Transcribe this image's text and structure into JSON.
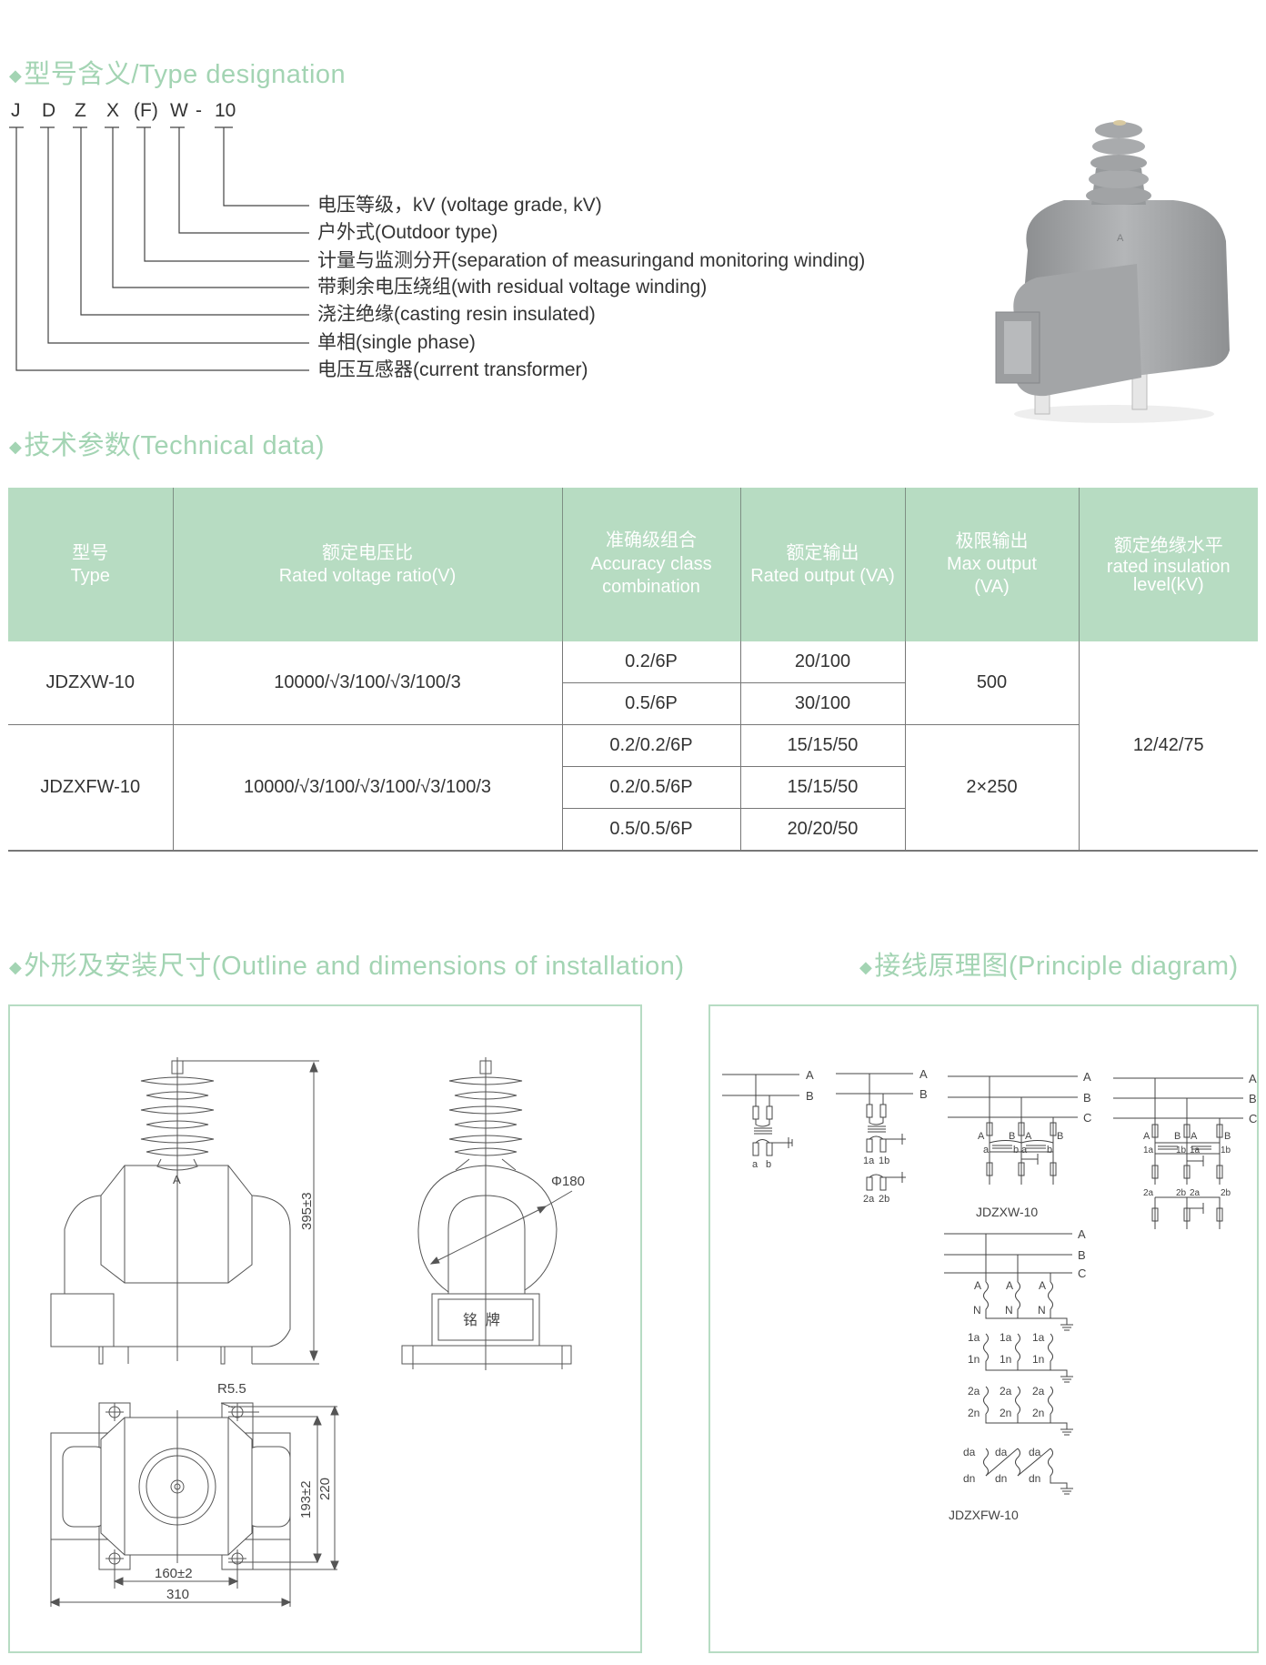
{
  "designation": {
    "title": "型号含义/Type designation",
    "code_letters": [
      "J",
      "D",
      "Z",
      "X",
      "(F)",
      "W",
      "-",
      "10"
    ],
    "meanings": [
      "电压等级，kV (voltage grade, kV)",
      "户外式(Outdoor type)",
      "计量与监测分开(separation of measuringand monitoring winding)",
      "带剩余电压绕组(with residual voltage winding)",
      "浇注绝缘(casting resin insulated)",
      "单相(single phase)",
      "电压互感器(current transformer)"
    ],
    "photo_mark": "A"
  },
  "technical": {
    "title": "技术参数(Technical data)",
    "headers": [
      {
        "cn": "型号",
        "en": "Type"
      },
      {
        "cn": "额定电压比",
        "en": "Rated voltage ratio(V)"
      },
      {
        "cn": "准确级组合",
        "en": "Accuracy class combination"
      },
      {
        "cn": "额定输出",
        "en": "Rated output (VA)"
      },
      {
        "cn": "极限输出",
        "en": "Max output (VA)"
      },
      {
        "cn": "额定绝缘水平",
        "en": "rated insulation level(kV)"
      }
    ],
    "models": [
      {
        "type": "JDZXW-10",
        "ratio": "10000/√3/100/√3/100/3",
        "rows": [
          {
            "accuracy": "0.2/6P",
            "output": "20/100"
          },
          {
            "accuracy": "0.5/6P",
            "output": "30/100"
          }
        ],
        "max_output": "500"
      },
      {
        "type": "JDZXFW-10",
        "ratio": "10000/√3/100/√3/100/√3/100/3",
        "rows": [
          {
            "accuracy": "0.2/0.2/6P",
            "output": "15/15/50"
          },
          {
            "accuracy": "0.2/0.5/6P",
            "output": "15/15/50"
          },
          {
            "accuracy": "0.5/0.5/6P",
            "output": "20/20/50"
          }
        ],
        "max_output": "2×250"
      }
    ],
    "insulation_level": "12/42/75"
  },
  "outline": {
    "title": "外形及安装尺寸(Outline and dimensions of installation)",
    "front_mark": "A",
    "dim_height": "395±3",
    "dim_diameter": "Φ180",
    "nameplate": "铭  牌",
    "dim_radius": "R5.5",
    "dim_193": "193±2",
    "dim_220": "220",
    "dim_160": "160±2",
    "dim_310": "310"
  },
  "principle": {
    "title": "接线原理图(Principle diagram)",
    "phase_labels": [
      "A",
      "B",
      "C"
    ],
    "d1_labels": [
      "a",
      "b"
    ],
    "d2_labels": [
      "1a",
      "1b",
      "2a",
      "2b"
    ],
    "d3_labels": [
      "A",
      "B",
      "A",
      "B",
      "a",
      "b",
      "a",
      "b"
    ],
    "d4_labels": [
      "A",
      "B",
      "A",
      "B",
      "1a",
      "1b",
      "1a",
      "1b",
      "2a",
      "2b",
      "2a",
      "2b"
    ],
    "d5_primary": [
      "A",
      "N"
    ],
    "d5_second": [
      "1a",
      "1n"
    ],
    "d5_third": [
      "2a",
      "2n"
    ],
    "d5_residual": [
      "da",
      "dn"
    ],
    "caption_jdzxw": "JDZXW-10",
    "caption_jdzxfw": "JDZXFW-10"
  },
  "colors": {
    "accent_green": "#a3d4b3",
    "header_green": "#b7dcc2",
    "product_gray": "#9a9c9e"
  }
}
